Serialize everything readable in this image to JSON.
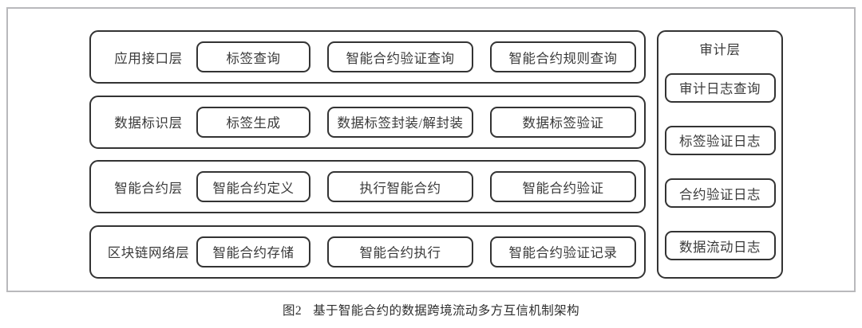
{
  "figure": {
    "caption_label": "图2",
    "caption_text": "基于智能合约的数据跨境流动多方互信机制架构",
    "frame_color": "#b9b9bc",
    "box_border_color": "#333333",
    "text_color": "#3a3a3a",
    "background": "#ffffff"
  },
  "layers": [
    {
      "name": "应用接口层",
      "modules": [
        {
          "label": "标签查询"
        },
        {
          "label": "智能合约验证查询"
        },
        {
          "label": "智能合约规则查询"
        }
      ]
    },
    {
      "name": "数据标识层",
      "modules": [
        {
          "label": "标签生成"
        },
        {
          "label": "数据标签封装/解封装"
        },
        {
          "label": "数据标签验证"
        }
      ]
    },
    {
      "name": "智能合约层",
      "modules": [
        {
          "label": "智能合约定义"
        },
        {
          "label": "执行智能合约"
        },
        {
          "label": "智能合约验证"
        }
      ]
    },
    {
      "name": "区块链网络层",
      "modules": [
        {
          "label": "智能合约存储"
        },
        {
          "label": "智能合约执行"
        },
        {
          "label": "智能合约验证记录"
        }
      ]
    }
  ],
  "audit": {
    "title": "审计层",
    "items": [
      {
        "label": "审计日志查询"
      },
      {
        "label": "标签验证日志"
      },
      {
        "label": "合约验证日志"
      },
      {
        "label": "数据流动日志"
      }
    ]
  }
}
